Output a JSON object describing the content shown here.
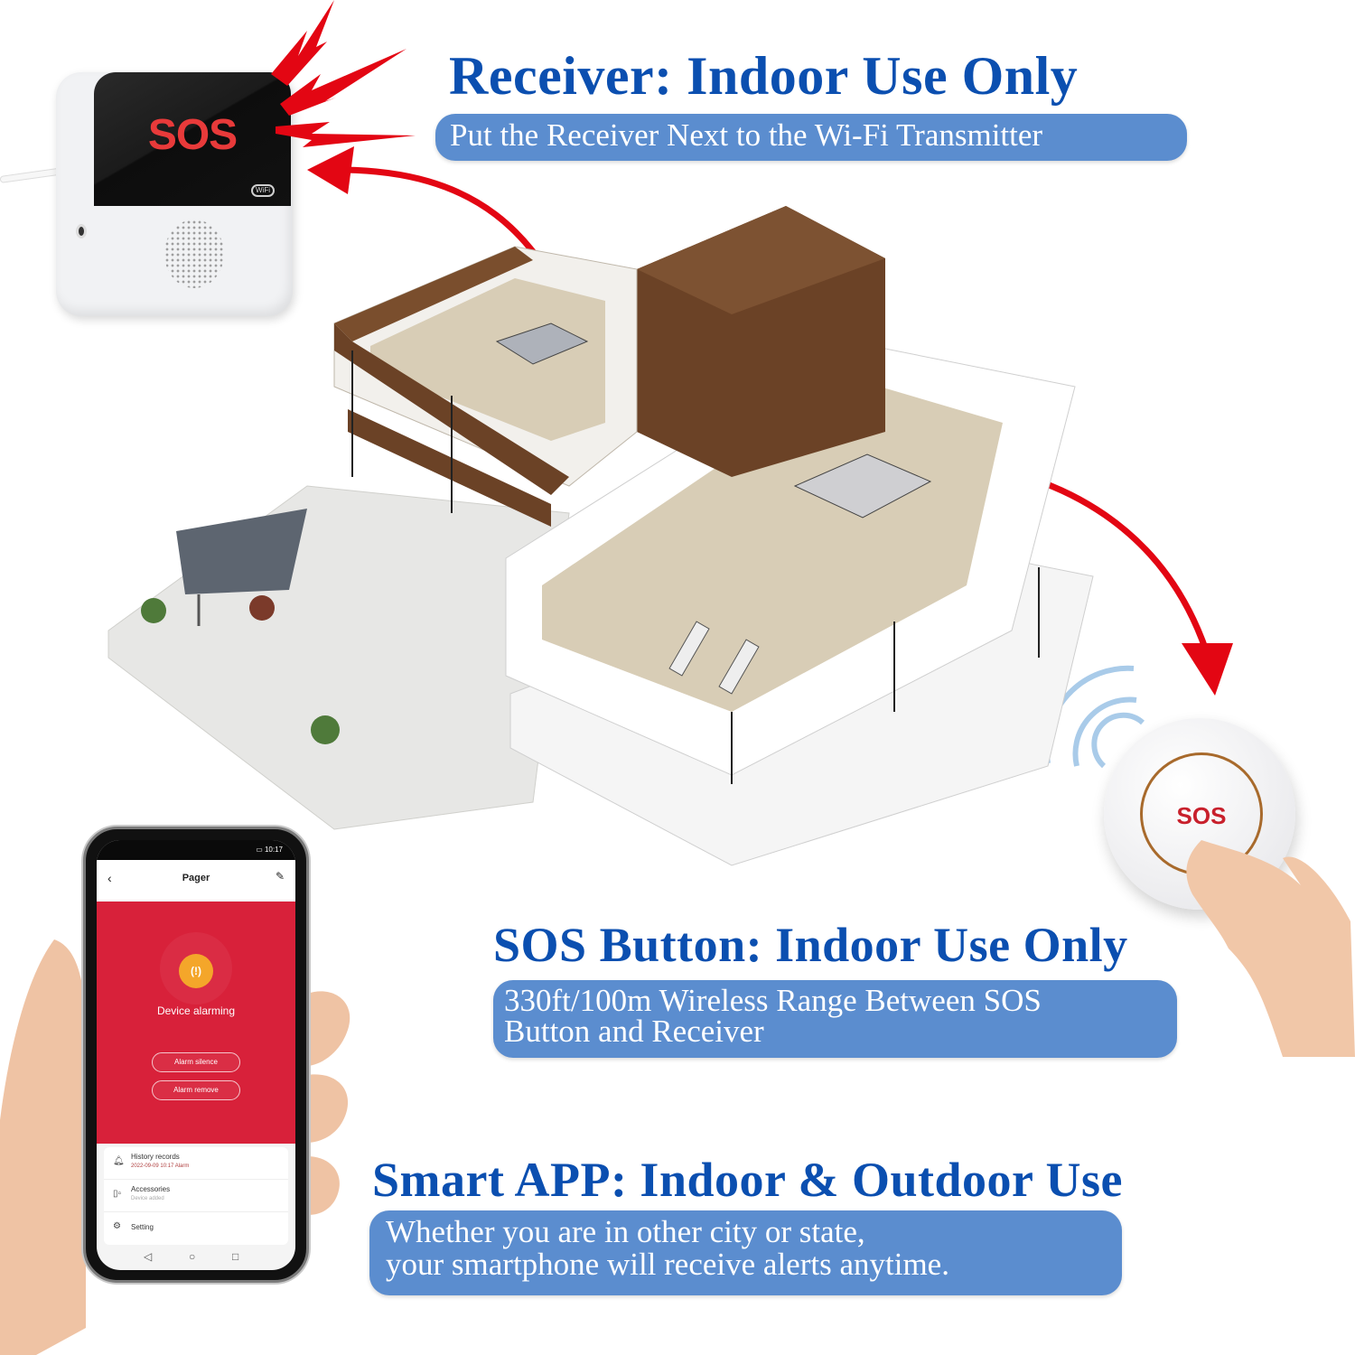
{
  "sections": {
    "receiver": {
      "headline": "Receiver: Indoor Use Only",
      "subtext": "Put the Receiver Next to the Wi-Fi Transmitter"
    },
    "sos_button": {
      "headline": "SOS Button: Indoor Use Only",
      "subtext_line1": "330ft/100m Wireless Range Between SOS",
      "subtext_line2": "Button and Receiver"
    },
    "smart_app": {
      "headline": "Smart APP: Indoor & Outdoor Use",
      "subtext_line1": "Whether you are in other city or state,",
      "subtext_line2": "your smartphone will receive alerts anytime."
    }
  },
  "receiver_device": {
    "display_text": "SOS",
    "wifi_badge": "WiFi"
  },
  "sos_device": {
    "label": "SOS"
  },
  "phone": {
    "status_time": "10:17",
    "app_title": "Pager",
    "alarm_status": "Device alarming",
    "alarm_icon": "(!)",
    "buttons": {
      "silence": "Alarm silence",
      "remove": "Alarm remove"
    },
    "list": [
      {
        "icon": "bell-icon",
        "title": "History records",
        "subtitle": "2022-09-09 10:17 Alarm"
      },
      {
        "icon": "device-icon",
        "title": "Accessories",
        "subtitle": "Device added"
      },
      {
        "icon": "gear-icon",
        "title": "Setting",
        "subtitle": ""
      }
    ],
    "nav": {
      "back": "◁",
      "home": "○",
      "recent": "□"
    }
  },
  "colors": {
    "headline_blue": "#0b4fb0",
    "pill_blue": "#5b8dcf",
    "alarm_red": "#d8213a",
    "arrow_red": "#e30613",
    "alarm_orange": "#f4a62a"
  }
}
